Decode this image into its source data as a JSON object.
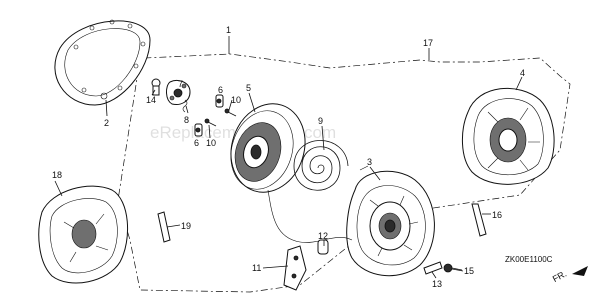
{
  "watermark": "eReplacementParts.com",
  "diagram_code": "ZK00E1100C",
  "direction_label": "FR.",
  "callouts": {
    "p1": "1",
    "p2": "2",
    "p3": "3",
    "p4": "4",
    "p5": "5",
    "p6a": "6",
    "p6b": "6",
    "p7": "7",
    "p8": "8",
    "p9": "9",
    "p10a": "10",
    "p10b": "10",
    "p11": "11",
    "p12": "12",
    "p13": "13",
    "p14": "14",
    "p15": "15",
    "p16": "16",
    "p17": "17",
    "p18": "18",
    "p19": "19"
  }
}
